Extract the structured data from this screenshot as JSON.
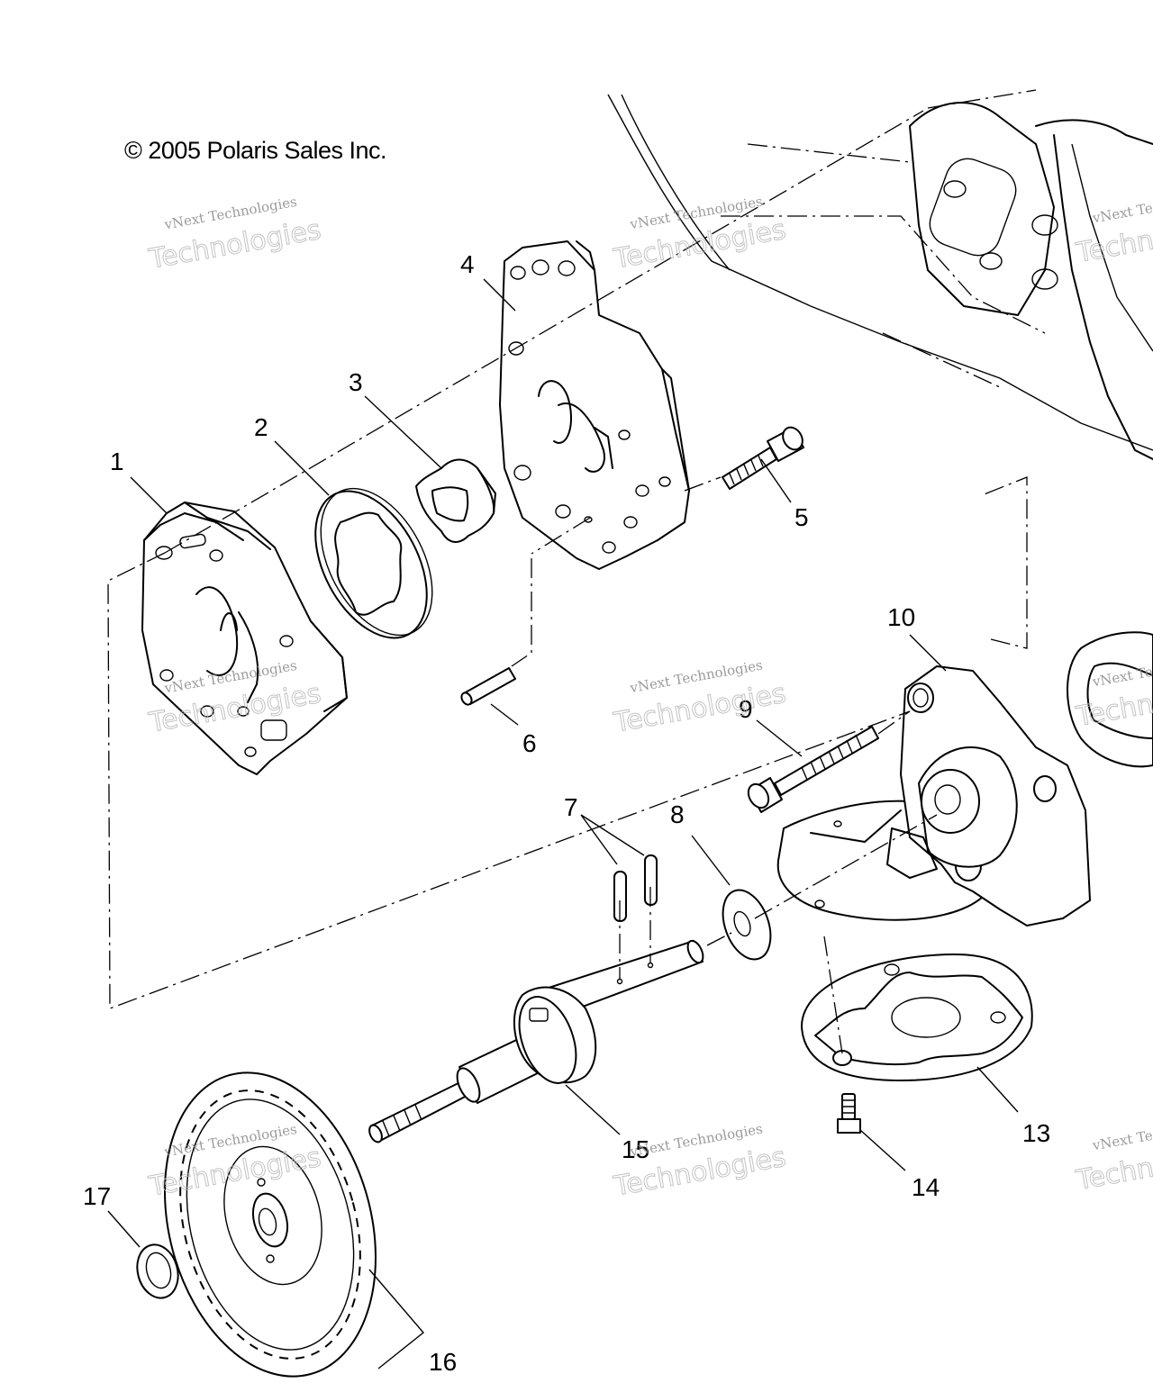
{
  "copyright": "© 2005 Polaris Sales Inc.",
  "watermark": {
    "line1": "vNext Technologies",
    "line2": "Technologies"
  },
  "callouts": [
    "1",
    "2",
    "3",
    "4",
    "5",
    "6",
    "7",
    "8",
    "9",
    "10",
    "13",
    "14",
    "15",
    "16",
    "17"
  ]
}
